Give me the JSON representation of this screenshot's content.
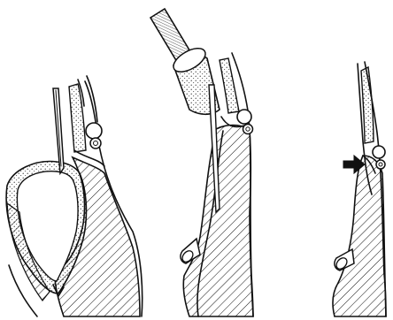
{
  "figure": {
    "panels": [
      {
        "id": "left",
        "elements": [
          "needle",
          "mucosal-flap-pouch",
          "hatched-wall",
          "submucosa-stipple",
          "vessel-circles"
        ]
      },
      {
        "id": "middle",
        "elements": [
          "endoscope-cap",
          "needle",
          "hatched-wall",
          "branch-stub",
          "vessel-circles"
        ]
      },
      {
        "id": "right",
        "elements": [
          "arrow-marker",
          "hatched-wall",
          "branch-stub",
          "vessel-circles"
        ]
      }
    ],
    "arrow_color": "#111111",
    "ink_color": "#111111",
    "background": "#ffffff"
  }
}
